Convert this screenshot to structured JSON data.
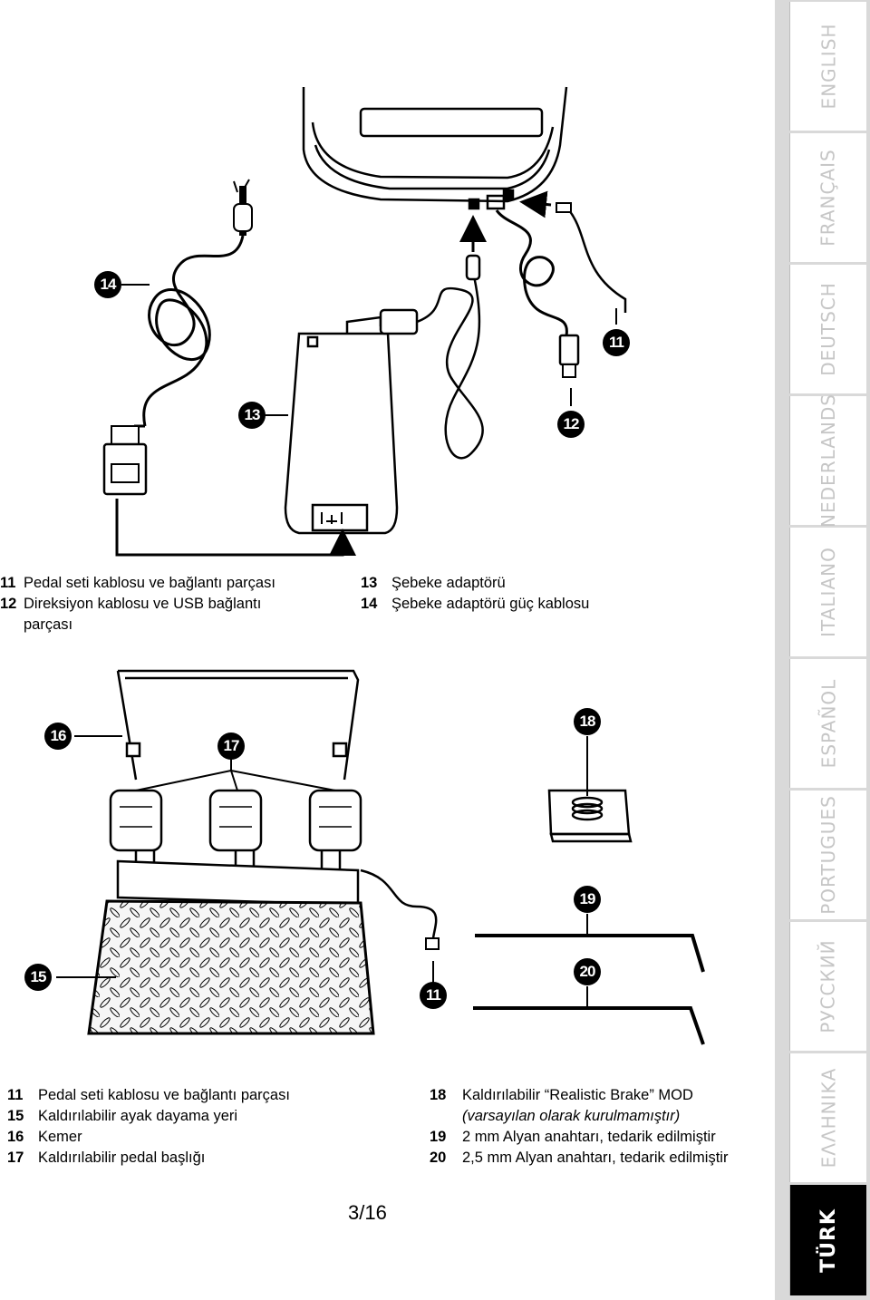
{
  "callouts": {
    "c14": "14",
    "c13": "13",
    "c12": "12",
    "c11a": "11",
    "c16": "16",
    "c17": "17",
    "c18": "18",
    "c19": "19",
    "c20": "20",
    "c15": "15",
    "c11b": "11"
  },
  "legend_top_left": [
    {
      "num": "11",
      "text": "Pedal seti kablosu ve bağlantı parçası"
    },
    {
      "num": "12",
      "text": "Direksiyon kablosu ve USB bağlantı",
      "cont": "parçası"
    }
  ],
  "legend_top_right": [
    {
      "num": "13",
      "text": "Şebeke adaptörü"
    },
    {
      "num": "14",
      "text": "Şebeke adaptörü güç kablosu"
    }
  ],
  "legend_bottom_left": [
    {
      "num": "11",
      "text": "Pedal seti kablosu ve bağlantı parçası"
    },
    {
      "num": "15",
      "text": "Kaldırılabilir ayak dayama yeri"
    },
    {
      "num": "16",
      "text": "Kemer"
    },
    {
      "num": "17",
      "text": "Kaldırılabilir pedal başlığı"
    }
  ],
  "legend_bottom_right": [
    {
      "num": "18",
      "text": "Kaldırılabilir “Realistic Brake” MOD",
      "cont": "(varsayılan olarak kurulmamıştır)"
    },
    {
      "num": "19",
      "text": "2 mm Alyan anahtarı, tedarik edilmiştir"
    },
    {
      "num": "20",
      "text": "2,5 mm Alyan anahtarı, tedarik edilmiştir"
    }
  ],
  "page_number": "3/16",
  "language_tabs": [
    "ENGLISH",
    "FRANÇAIS",
    "DEUTSCH",
    "NEDERLANDS",
    "ITALIANO",
    "ESPAÑOL",
    "PORTUGUES",
    "РУССКИЙ",
    "ΕΛΛΗΝΙΚΑ",
    "TÜRK"
  ],
  "active_language": "TÜRK",
  "colors": {
    "tab_strip": "#d9d9d9",
    "tab_inactive_text": "#c6c6c6",
    "tab_active_bg": "#000000"
  }
}
